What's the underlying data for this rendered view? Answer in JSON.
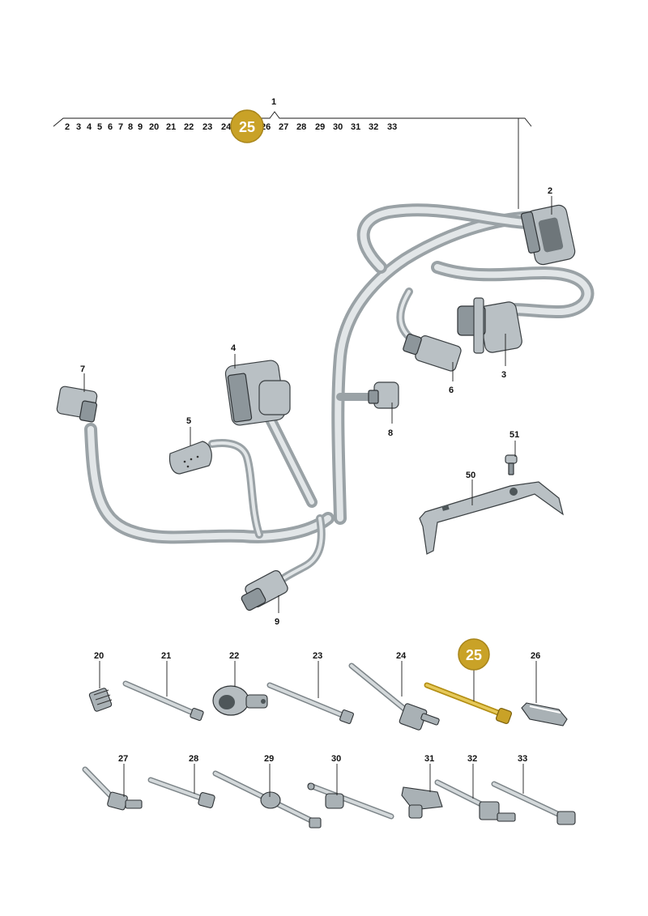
{
  "diagram": {
    "sequence_numbers": [
      "2",
      "3",
      "4",
      "5",
      "6",
      "7",
      "8",
      "9",
      "20",
      "21",
      "22",
      "23",
      "24",
      "25",
      "26",
      "27",
      "28",
      "29",
      "30",
      "31",
      "32",
      "33"
    ],
    "highlight": {
      "number": "25",
      "color": "#c9a227",
      "text_color": "#ffffff"
    },
    "callouts": {
      "c1": "1",
      "c2": "2",
      "c3": "3",
      "c4": "4",
      "c5": "5",
      "c6": "6",
      "c7": "7",
      "c8": "8",
      "c9": "9",
      "c20": "20",
      "c21": "21",
      "c22": "22",
      "c23": "23",
      "c24": "24",
      "c25": "25",
      "c26": "26",
      "c27": "27",
      "c28": "28",
      "c29": "29",
      "c30": "30",
      "c31": "31",
      "c32": "32",
      "c33": "33",
      "c50": "50",
      "c51": "51"
    },
    "colors": {
      "wire": "#9aa2a6",
      "wire_highlight": "#e2e6e8",
      "connector": "#b9c0c4",
      "outline": "#3a3f42",
      "highlight_part": "#c9a227"
    }
  }
}
